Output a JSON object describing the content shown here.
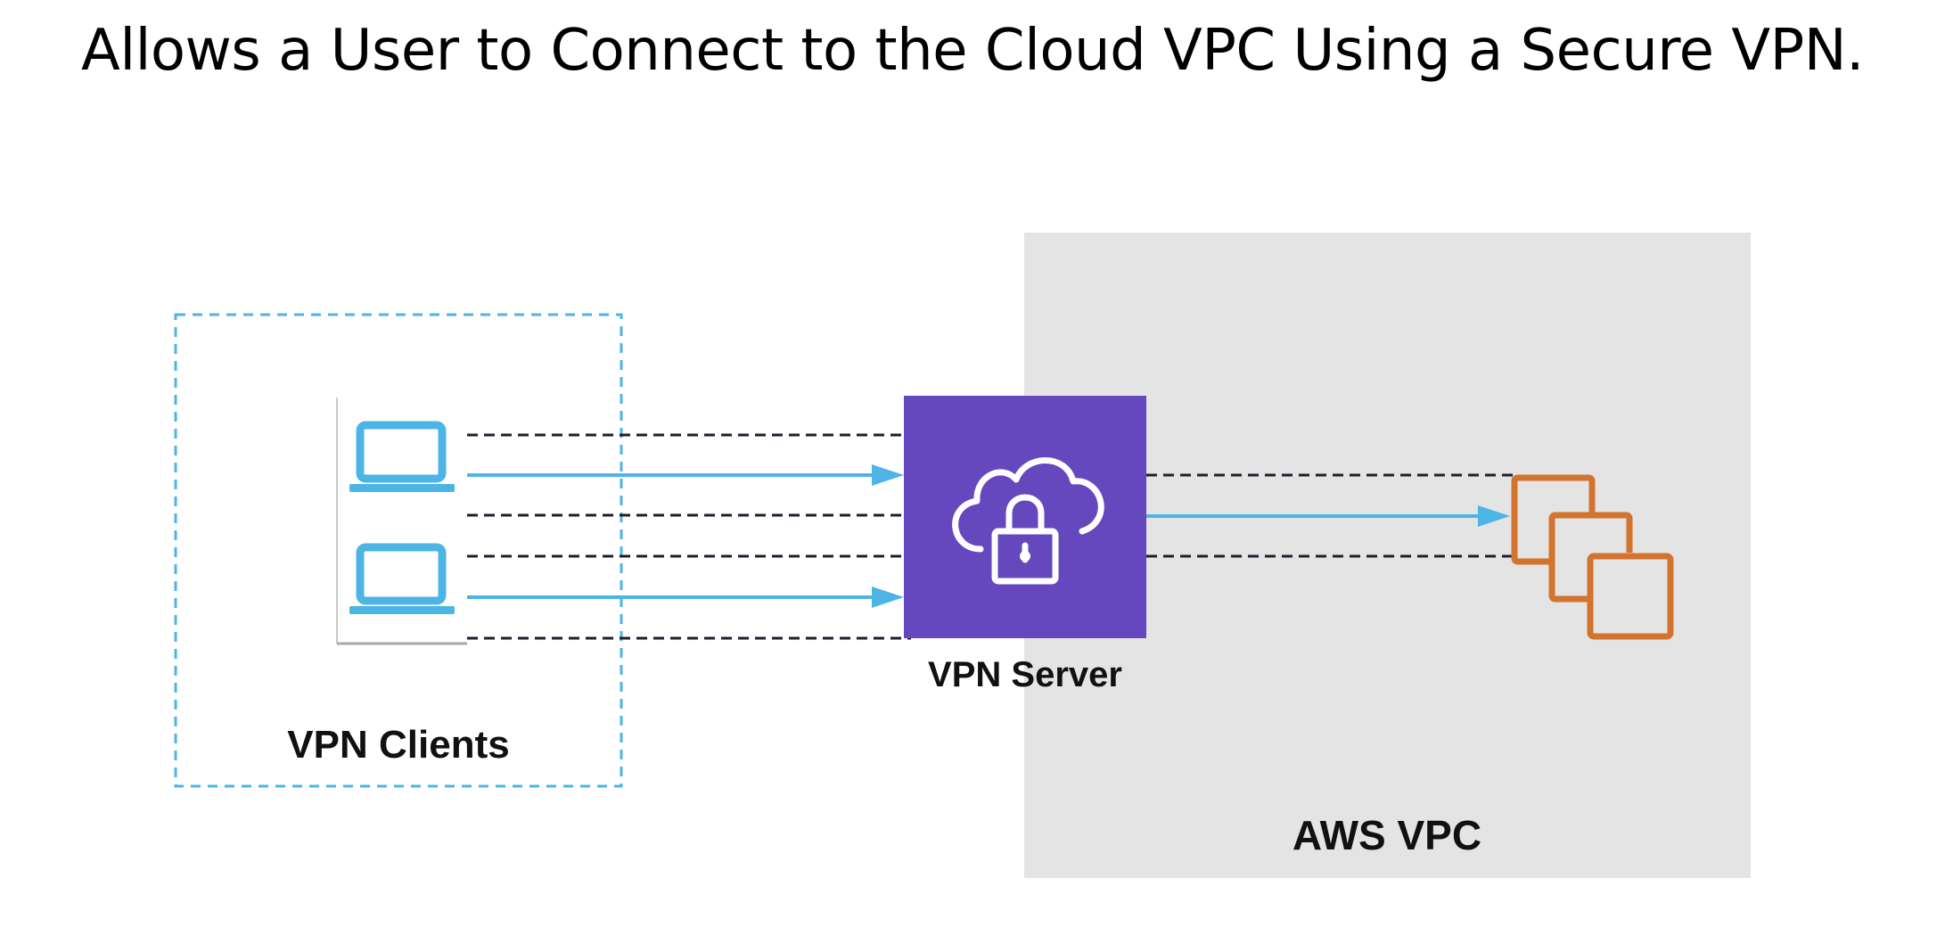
{
  "title": "Allows a User to Connect to the Cloud VPC Using a Secure VPN.",
  "labels": {
    "vpn_clients": "VPN Clients",
    "vpn_server": "VPN Server",
    "aws_vpc": "AWS VPC"
  },
  "icons": {
    "client_1": "laptop-icon",
    "client_2": "laptop-icon",
    "server": "cloud-lock-icon",
    "instances": "stacked-instances-icon"
  },
  "colors": {
    "client_blue": "#4db4e6",
    "server_purple": "#6547be",
    "vpc_gray": "#e4e4e4",
    "instance_orange": "#d2732e",
    "tunnel_dash": "#1e1e2e",
    "arrow_blue": "#4db4e6"
  }
}
